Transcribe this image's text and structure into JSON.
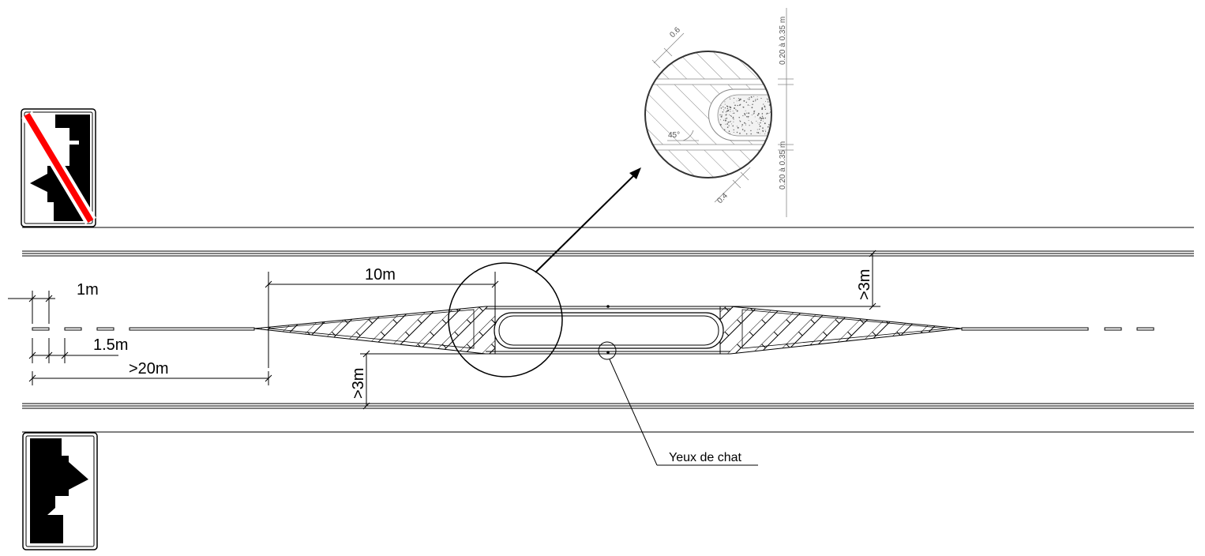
{
  "dimensions": {
    "gap_length": "1m",
    "dash_length": "1.5m",
    "taper_min": ">20m",
    "median_start": "10m",
    "lane_width_top": ">3m",
    "lane_width_bottom": ">3m"
  },
  "callout_label": "Yeux de chat",
  "detail": {
    "width_06": "0.6",
    "width_04": "0.4",
    "angle": "45°",
    "range_top": "0.20 à 0.35 m",
    "range_bottom": "0.20 à 0.35 m"
  },
  "signs": [
    {
      "name": "end-of-restriction-sign",
      "strike_color": "#ff0000"
    },
    {
      "name": "priority-sign"
    }
  ],
  "colors": {
    "stroke": "#000000",
    "strike": "#ff0000",
    "detail_line": "#888888"
  }
}
